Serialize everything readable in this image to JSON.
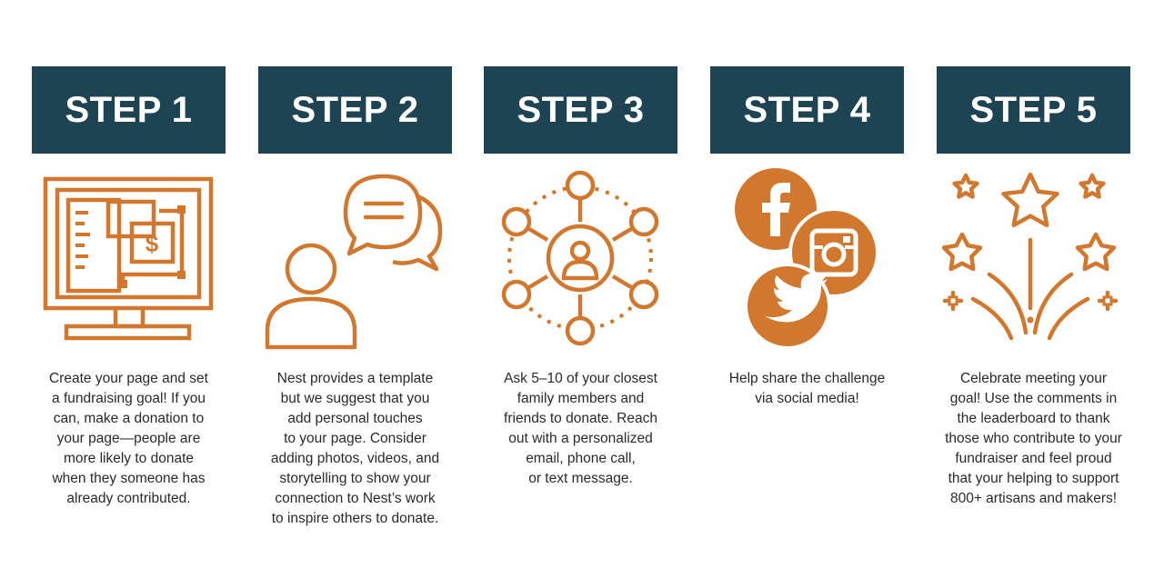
{
  "colors": {
    "header_bg": "#1e4454",
    "icon_orange": "#d2782e",
    "text": "#2a2a2a"
  },
  "steps": [
    {
      "title": "STEP 1",
      "icon": "monitor-dollar-icon",
      "lines": [
        "Create your page and set",
        "a fundraising goal! If you",
        "can, make a donation to",
        "your page—people are",
        "more likely to donate",
        "when they someone has",
        "already contributed."
      ]
    },
    {
      "title": "STEP 2",
      "icon": "person-chat-icon",
      "lines": [
        "Nest provides a template",
        "but we suggest that you",
        "add personal touches",
        "to your page. Consider",
        "adding photos, videos, and",
        "storytelling to show your",
        "connection to Nest’s work",
        "to inspire others to donate."
      ]
    },
    {
      "title": "STEP 3",
      "icon": "network-people-icon",
      "lines": [
        "Ask 5–10 of your closest",
        "family members and",
        "friends to donate. Reach",
        "out with a personalized",
        "email, phone call,",
        "or text message."
      ]
    },
    {
      "title": "STEP 4",
      "icon": "social-media-icons",
      "lines": [
        "Help share the challenge",
        "via social media!"
      ]
    },
    {
      "title": "STEP 5",
      "icon": "celebration-stars-icon",
      "lines": [
        "Celebrate meeting your",
        "goal! Use the comments in",
        "the leaderboard to thank",
        "those who contribute to your",
        "fundraiser and feel proud",
        "that your helping to support",
        "800+ artisans and makers!"
      ]
    }
  ]
}
